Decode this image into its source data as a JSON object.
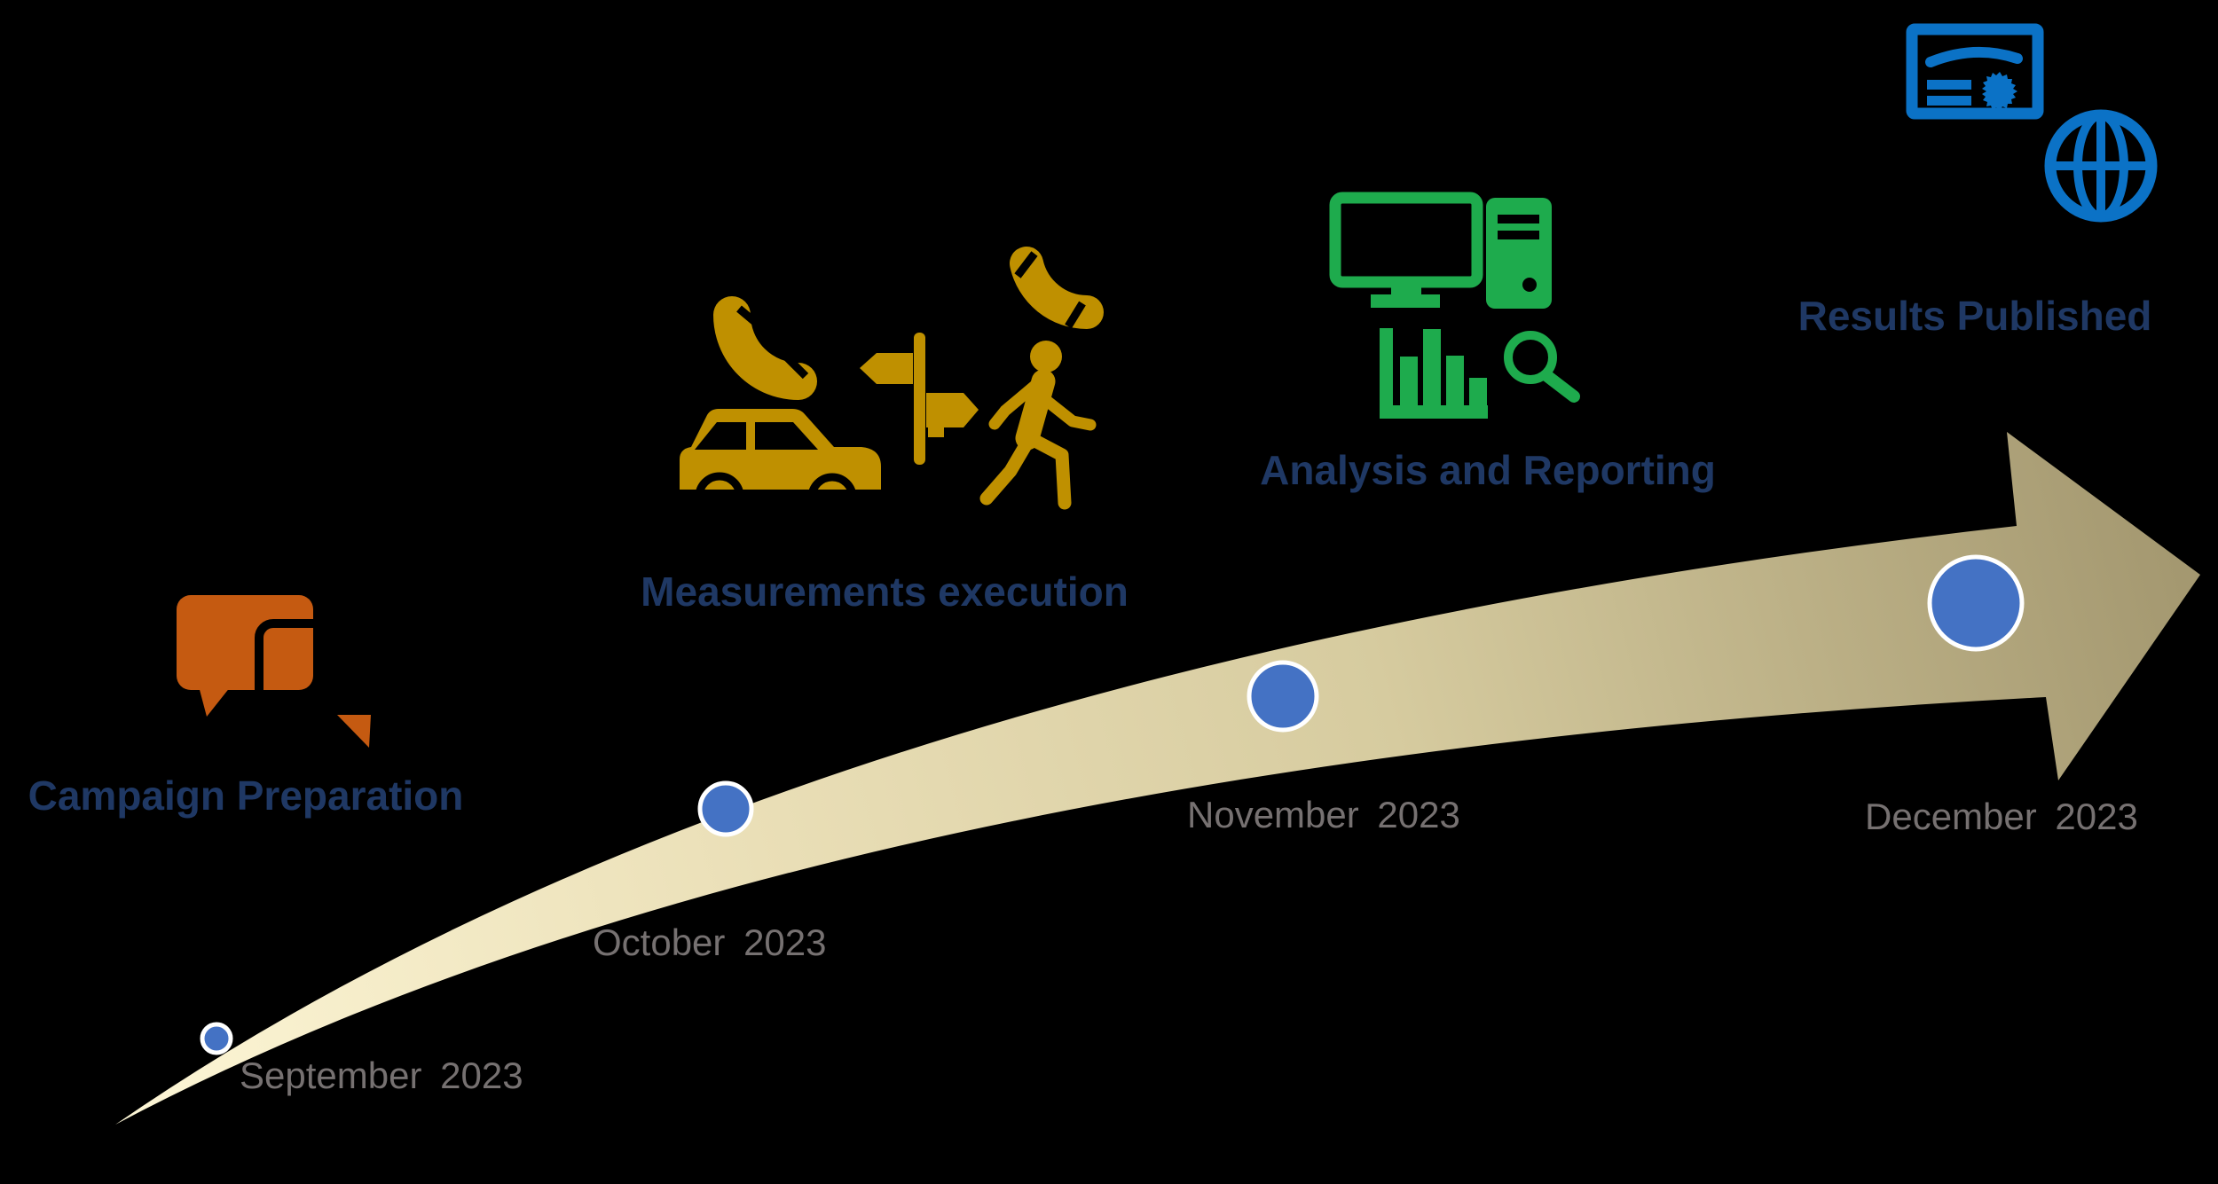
{
  "colors": {
    "background": "#000000",
    "navy": "#1F3864",
    "gray": "#767171",
    "orange": "#C55A11",
    "gold": "#BF9000",
    "green": "#1EAB4D",
    "blue": "#0B72C6",
    "dot_blue": "#4472C4",
    "dot_ring": "#FFFFFF",
    "arrow_light": "#FDF6D6",
    "arrow_mid1": "#EADFB7",
    "arrow_mid2": "#D6CB9F",
    "arrow_dark": "#A3976F"
  },
  "milestones": [
    {
      "title": "Campaign Preparation",
      "date": "September 2023",
      "icons": [
        "chat-bubbles-icon"
      ]
    },
    {
      "title": "Measurements execution",
      "date": "October 2023",
      "icons": [
        "phone-handset-icon",
        "car-icon",
        "signpost-icon",
        "walking-person-icon"
      ]
    },
    {
      "title": "Analysis and Reporting",
      "date": "November 2023",
      "icons": [
        "desktop-computer-icon",
        "bar-chart-icon",
        "magnifier-icon"
      ]
    },
    {
      "title": "Results Published",
      "date": "December 2023",
      "icons": [
        "certificate-icon",
        "globe-icon"
      ]
    }
  ]
}
